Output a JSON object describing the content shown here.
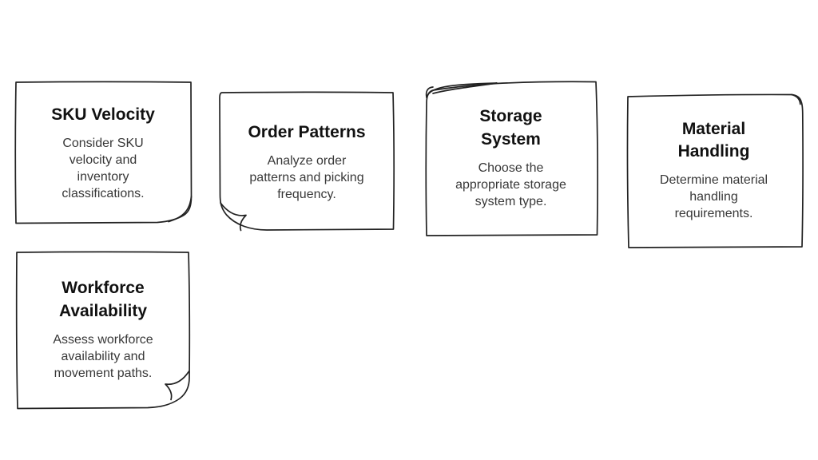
{
  "page": {
    "background_color": "#ffffff",
    "border_color": "#222222",
    "title_color": "#111111",
    "body_color": "#383838"
  },
  "notes": [
    {
      "id": "sku-velocity",
      "title": "SKU Velocity",
      "body": "Consider SKU\nvelocity and\ninventory\nclassifications.",
      "curl_corner": "bottom-right"
    },
    {
      "id": "order-patterns",
      "title": "Order Patterns",
      "body": "Analyze order\npatterns and picking\nfrequency.",
      "curl_corner": "bottom-left"
    },
    {
      "id": "storage-system",
      "title": "Storage\nSystem",
      "body": "Choose the\nappropriate storage\nsystem type.",
      "curl_corner": "top-left"
    },
    {
      "id": "material-handling",
      "title": "Material\nHandling",
      "body": "Determine material\nhandling\nrequirements.",
      "curl_corner": "top-right"
    },
    {
      "id": "workforce-availability",
      "title": "Workforce\nAvailability",
      "body": "Assess workforce\navailability and\nmovement paths.",
      "curl_corner": "bottom-right"
    }
  ]
}
